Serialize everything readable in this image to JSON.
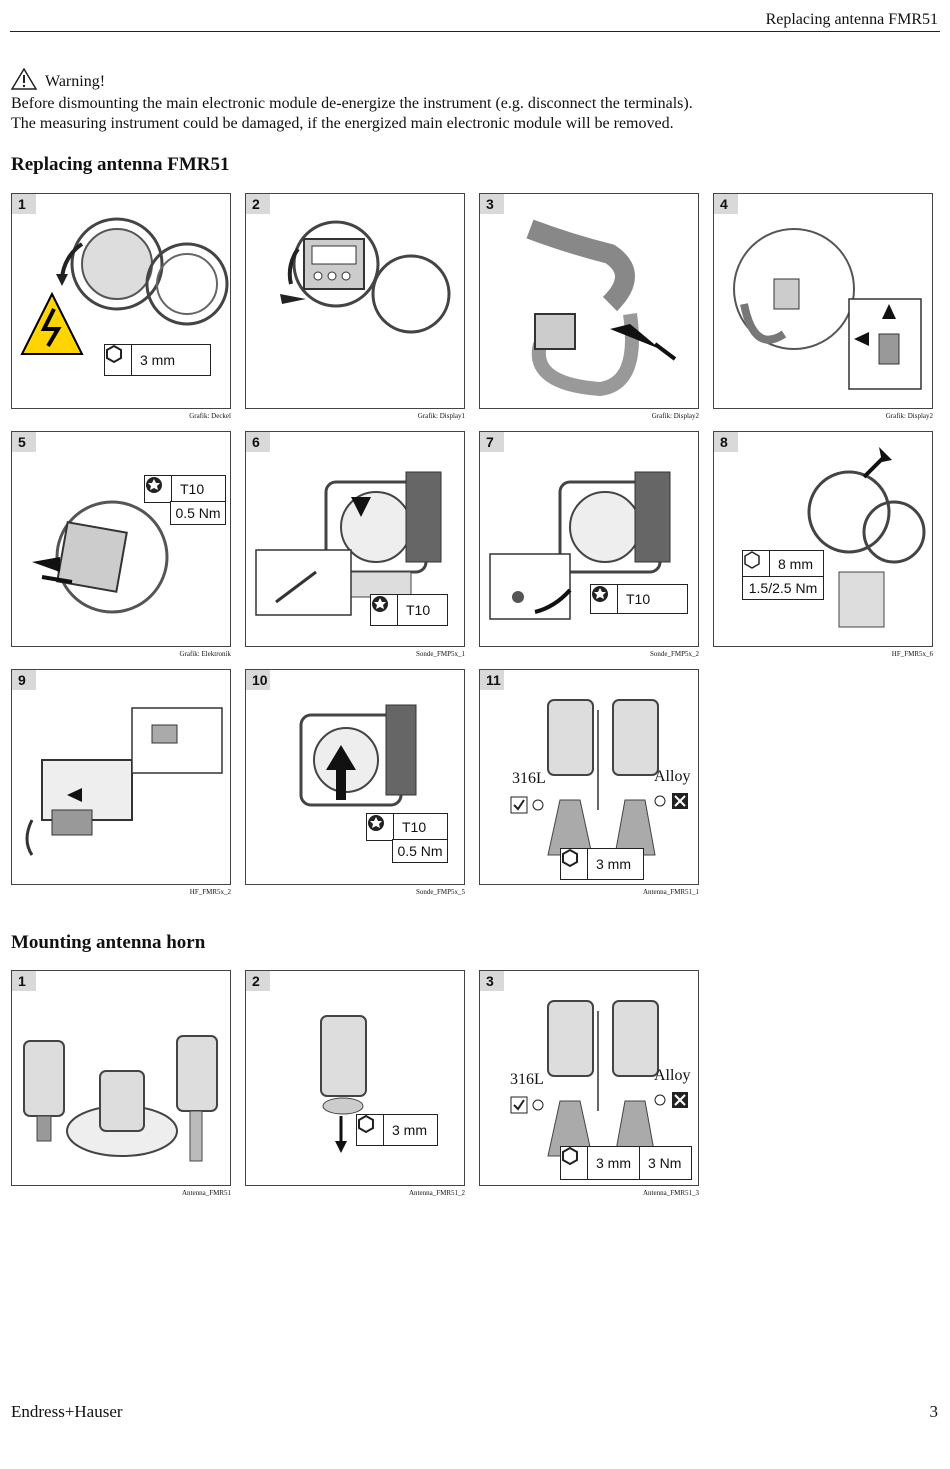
{
  "header": {
    "title": "Replacing antenna FMR51"
  },
  "warning": {
    "label": "Warning!",
    "line1": "Before dismounting the main electronic module de-energize the instrument (e.g. disconnect the terminals).",
    "line2": "The measuring instrument could be damaged, if the energized main electronic module will be removed."
  },
  "section1": {
    "title": "Replacing antenna FMR51",
    "panels": [
      {
        "num": "1",
        "caption": "Grafik: Deckel",
        "labels": [
          "3 mm"
        ]
      },
      {
        "num": "2",
        "caption": "Grafik: Display1",
        "labels": []
      },
      {
        "num": "3",
        "caption": "Grafik: Display2",
        "labels": []
      },
      {
        "num": "4",
        "caption": "Grafik: Display2",
        "labels": []
      },
      {
        "num": "5",
        "caption": "Grafik: Elektronik",
        "labels": [
          "T10",
          "0.5 Nm"
        ]
      },
      {
        "num": "6",
        "caption": "Sonde_FMP5x_1",
        "labels": [
          "T10"
        ]
      },
      {
        "num": "7",
        "caption": "Sonde_FMP5x_2",
        "labels": [
          "T10"
        ]
      },
      {
        "num": "8",
        "caption": "HF_FMR5x_6",
        "labels": [
          "8 mm",
          "1.5/2.5 Nm"
        ]
      },
      {
        "num": "9",
        "caption": "HF_FMR5x_2",
        "labels": []
      },
      {
        "num": "10",
        "caption": "Sonde_FMP5x_5",
        "labels": [
          "T10",
          "0.5 Nm"
        ]
      },
      {
        "num": "11",
        "caption": "Antenna_FMR51_1",
        "labels": [
          "3 mm"
        ],
        "materials": [
          "316L",
          "Alloy"
        ]
      }
    ]
  },
  "section2": {
    "title": "Mounting antenna horn",
    "panels": [
      {
        "num": "1",
        "caption": "Antenna_FMR51",
        "labels": []
      },
      {
        "num": "2",
        "caption": "Antenna_FMR51_2",
        "labels": [
          "3 mm"
        ]
      },
      {
        "num": "3",
        "caption": "Antenna_FMR51_3",
        "labels": [
          "3 mm",
          "3 Nm"
        ],
        "materials": [
          "316L",
          "Alloy"
        ]
      }
    ]
  },
  "footer": {
    "brand": "Endress+Hauser",
    "page": "3"
  }
}
